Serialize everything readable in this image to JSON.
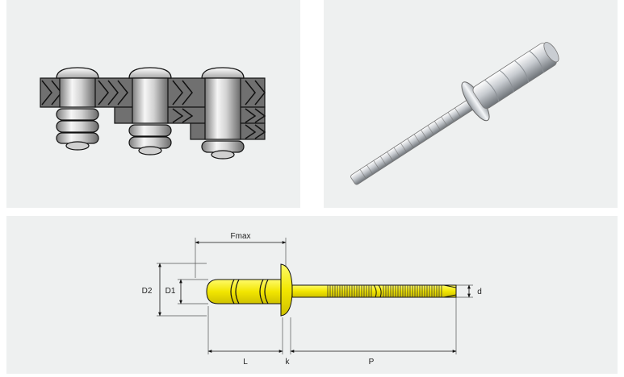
{
  "dimension_labels": {
    "fmax": "Fmax",
    "d2": "D2",
    "d1": "D1",
    "l": "L",
    "k": "k",
    "p": "P",
    "d": "d"
  },
  "colors": {
    "panel_bg": "#eef0f0",
    "plate_fill": "#707070",
    "rivet_yellow": "#f2e600",
    "outline": "#111111"
  }
}
